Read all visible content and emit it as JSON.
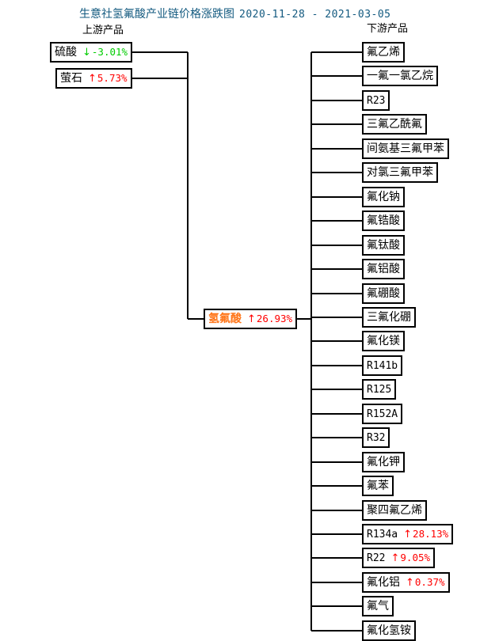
{
  "title": {
    "main": "生意社氢氟酸产业链价格涨跌图",
    "date_range": "2020-11-28 - 2021-03-05",
    "color": "#12597f"
  },
  "colors": {
    "up": "#ff0000",
    "down": "#00cc00",
    "center_label": "#ff7518",
    "line": "#000000",
    "title": "#12597f"
  },
  "headers": {
    "upstream": "上游产品",
    "downstream": "下游产品"
  },
  "center": {
    "label": "氢氟酸",
    "arrow": "↑",
    "change": "26.93%",
    "direction": "up"
  },
  "upstream": [
    {
      "label": "硫酸",
      "arrow": "↓",
      "change": "-3.01%",
      "direction": "down"
    },
    {
      "label": "萤石",
      "arrow": "↑",
      "change": "5.73%",
      "direction": "up"
    }
  ],
  "downstream": [
    {
      "label": "氟乙烯",
      "arrow": "",
      "change": "",
      "direction": "none",
      "latin": false
    },
    {
      "label": "一氟一氯乙烷",
      "arrow": "",
      "change": "",
      "direction": "none",
      "latin": false
    },
    {
      "label": "R23",
      "arrow": "",
      "change": "",
      "direction": "none",
      "latin": true
    },
    {
      "label": "三氟乙酰氟",
      "arrow": "",
      "change": "",
      "direction": "none",
      "latin": false
    },
    {
      "label": "间氨基三氟甲苯",
      "arrow": "",
      "change": "",
      "direction": "none",
      "latin": false
    },
    {
      "label": "对氯三氟甲苯",
      "arrow": "",
      "change": "",
      "direction": "none",
      "latin": false
    },
    {
      "label": "氟化钠",
      "arrow": "",
      "change": "",
      "direction": "none",
      "latin": false
    },
    {
      "label": "氟锆酸",
      "arrow": "",
      "change": "",
      "direction": "none",
      "latin": false
    },
    {
      "label": "氟钛酸",
      "arrow": "",
      "change": "",
      "direction": "none",
      "latin": false
    },
    {
      "label": "氟铝酸",
      "arrow": "",
      "change": "",
      "direction": "none",
      "latin": false
    },
    {
      "label": "氟硼酸",
      "arrow": "",
      "change": "",
      "direction": "none",
      "latin": false
    },
    {
      "label": "三氟化硼",
      "arrow": "",
      "change": "",
      "direction": "none",
      "latin": false
    },
    {
      "label": "氟化镁",
      "arrow": "",
      "change": "",
      "direction": "none",
      "latin": false
    },
    {
      "label": "R141b",
      "arrow": "",
      "change": "",
      "direction": "none",
      "latin": true
    },
    {
      "label": "R125",
      "arrow": "",
      "change": "",
      "direction": "none",
      "latin": true
    },
    {
      "label": "R152A",
      "arrow": "",
      "change": "",
      "direction": "none",
      "latin": true
    },
    {
      "label": "R32",
      "arrow": "",
      "change": "",
      "direction": "none",
      "latin": true
    },
    {
      "label": "氟化钾",
      "arrow": "",
      "change": "",
      "direction": "none",
      "latin": false
    },
    {
      "label": "氟苯",
      "arrow": "",
      "change": "",
      "direction": "none",
      "latin": false
    },
    {
      "label": "聚四氟乙烯",
      "arrow": "",
      "change": "",
      "direction": "none",
      "latin": false
    },
    {
      "label": "R134a",
      "arrow": "↑",
      "change": "28.13%",
      "direction": "up",
      "latin": true
    },
    {
      "label": "R22",
      "arrow": "↑",
      "change": "9.05%",
      "direction": "up",
      "latin": true
    },
    {
      "label": "氟化铝",
      "arrow": "↑",
      "change": "0.37%",
      "direction": "up",
      "latin": false
    },
    {
      "label": "氟气",
      "arrow": "",
      "change": "",
      "direction": "none",
      "latin": false
    },
    {
      "label": "氟化氢铵",
      "arrow": "",
      "change": "",
      "direction": "none",
      "latin": false
    }
  ]
}
